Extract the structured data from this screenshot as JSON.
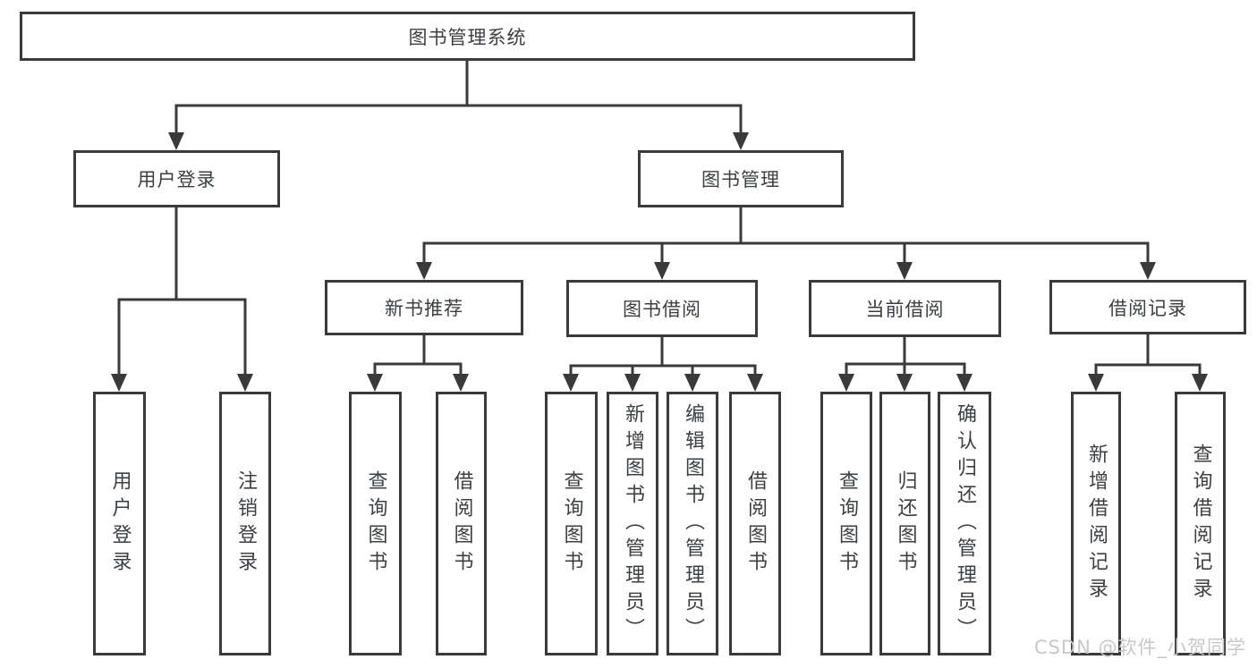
{
  "diagram": {
    "type": "hierarchy-chart",
    "colors": {
      "line": "#3a3a3a",
      "box_border": "#3a3a3a",
      "box_background": "#ffffff",
      "text": "#3c4043",
      "watermark": "#c8c8c8",
      "page_background": "#ffffff"
    }
  },
  "tree": {
    "root": {
      "label": "图书管理系统"
    },
    "branches": [
      {
        "label": "用户登录",
        "children": [
          {
            "label": "用户登录"
          },
          {
            "label": "注销登录"
          }
        ]
      },
      {
        "label": "图书管理",
        "children": [
          {
            "label": "新书推荐",
            "children": [
              {
                "label": "查询图书"
              },
              {
                "label": "借阅图书"
              }
            ]
          },
          {
            "label": "图书借阅",
            "children": [
              {
                "label": "查询图书"
              },
              {
                "label": "新增图书（管理员）"
              },
              {
                "label": "编辑图书（管理员）"
              },
              {
                "label": "借阅图书"
              }
            ]
          },
          {
            "label": "当前借阅",
            "children": [
              {
                "label": "查询图书"
              },
              {
                "label": "归还图书"
              },
              {
                "label": "确认归还（管理员）"
              }
            ]
          },
          {
            "label": "借阅记录",
            "children": [
              {
                "label": "新增借阅记录"
              },
              {
                "label": "查询借阅记录"
              }
            ]
          }
        ]
      }
    ]
  },
  "watermark": {
    "text": "CSDN @软件_小贺同学"
  }
}
